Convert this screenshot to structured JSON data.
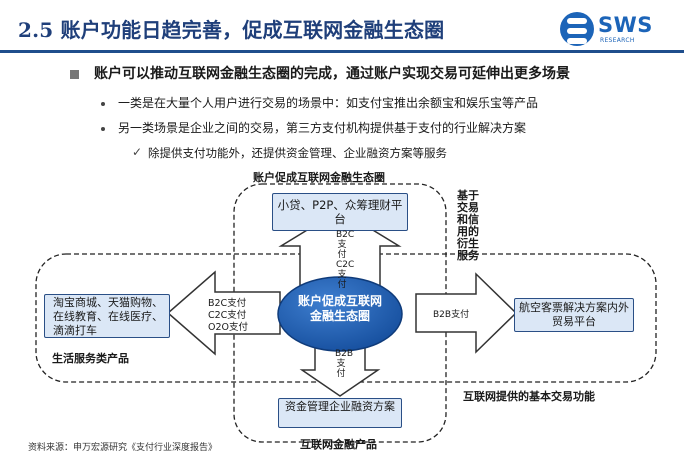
{
  "header": {
    "title": "2.5 账户功能日趋完善，促成互联网金融生态圈",
    "logo_text": "SWS",
    "logo_sub": "RESEARCH"
  },
  "bullets": {
    "main": "账户可以推动互联网金融生态圈的完成，通过账户实现交易可延伸出更多场景",
    "sub1": "一类是在大量个人用户进行交易的场景中：如支付宝推出余额宝和娱乐宝等产品",
    "sub2": "另一类场景是企业之间的交易，第三方支付机构提供基于支付的行业解决方案",
    "sub2_check": "除提供支付功能外，还提供资金管理、企业融资方案等服务"
  },
  "diagram": {
    "ecosystem_label": "账户促成互联网金融生态圈",
    "center": "账户促成互联网金融生态圈",
    "top_box": "小贷、P2P、众筹理财平台",
    "top_arrow_label": "B2C支付C2C支付",
    "left_box": "淘宝商城、天猫购物、在线教育、在线医疗、滴滴打车",
    "left_arrow_labels": [
      "B2C支付",
      "C2C支付",
      "O2O支付"
    ],
    "left_region_label": "生活服务类产品",
    "right_box": "航空客票解决方案内外贸易平台",
    "right_arrow_label": "B2B支付",
    "right_vertical_label": "基于交易和信用的衍生服务",
    "right_region_label": "互联网提供的基本交易功能",
    "bottom_box": "资金管理企业融资方案",
    "bottom_arrow_label": "B2B支付",
    "bottom_region_label": "互联网金融产品"
  },
  "footer": {
    "source": "资料来源：申万宏源研究《支付行业深度报告》"
  },
  "colors": {
    "title": "#1f3f7a",
    "rule": "#1f4e8c",
    "center_fill": "#1c5cb0",
    "box_fill": "#dbe7f6",
    "box_border": "#2a4f86"
  }
}
